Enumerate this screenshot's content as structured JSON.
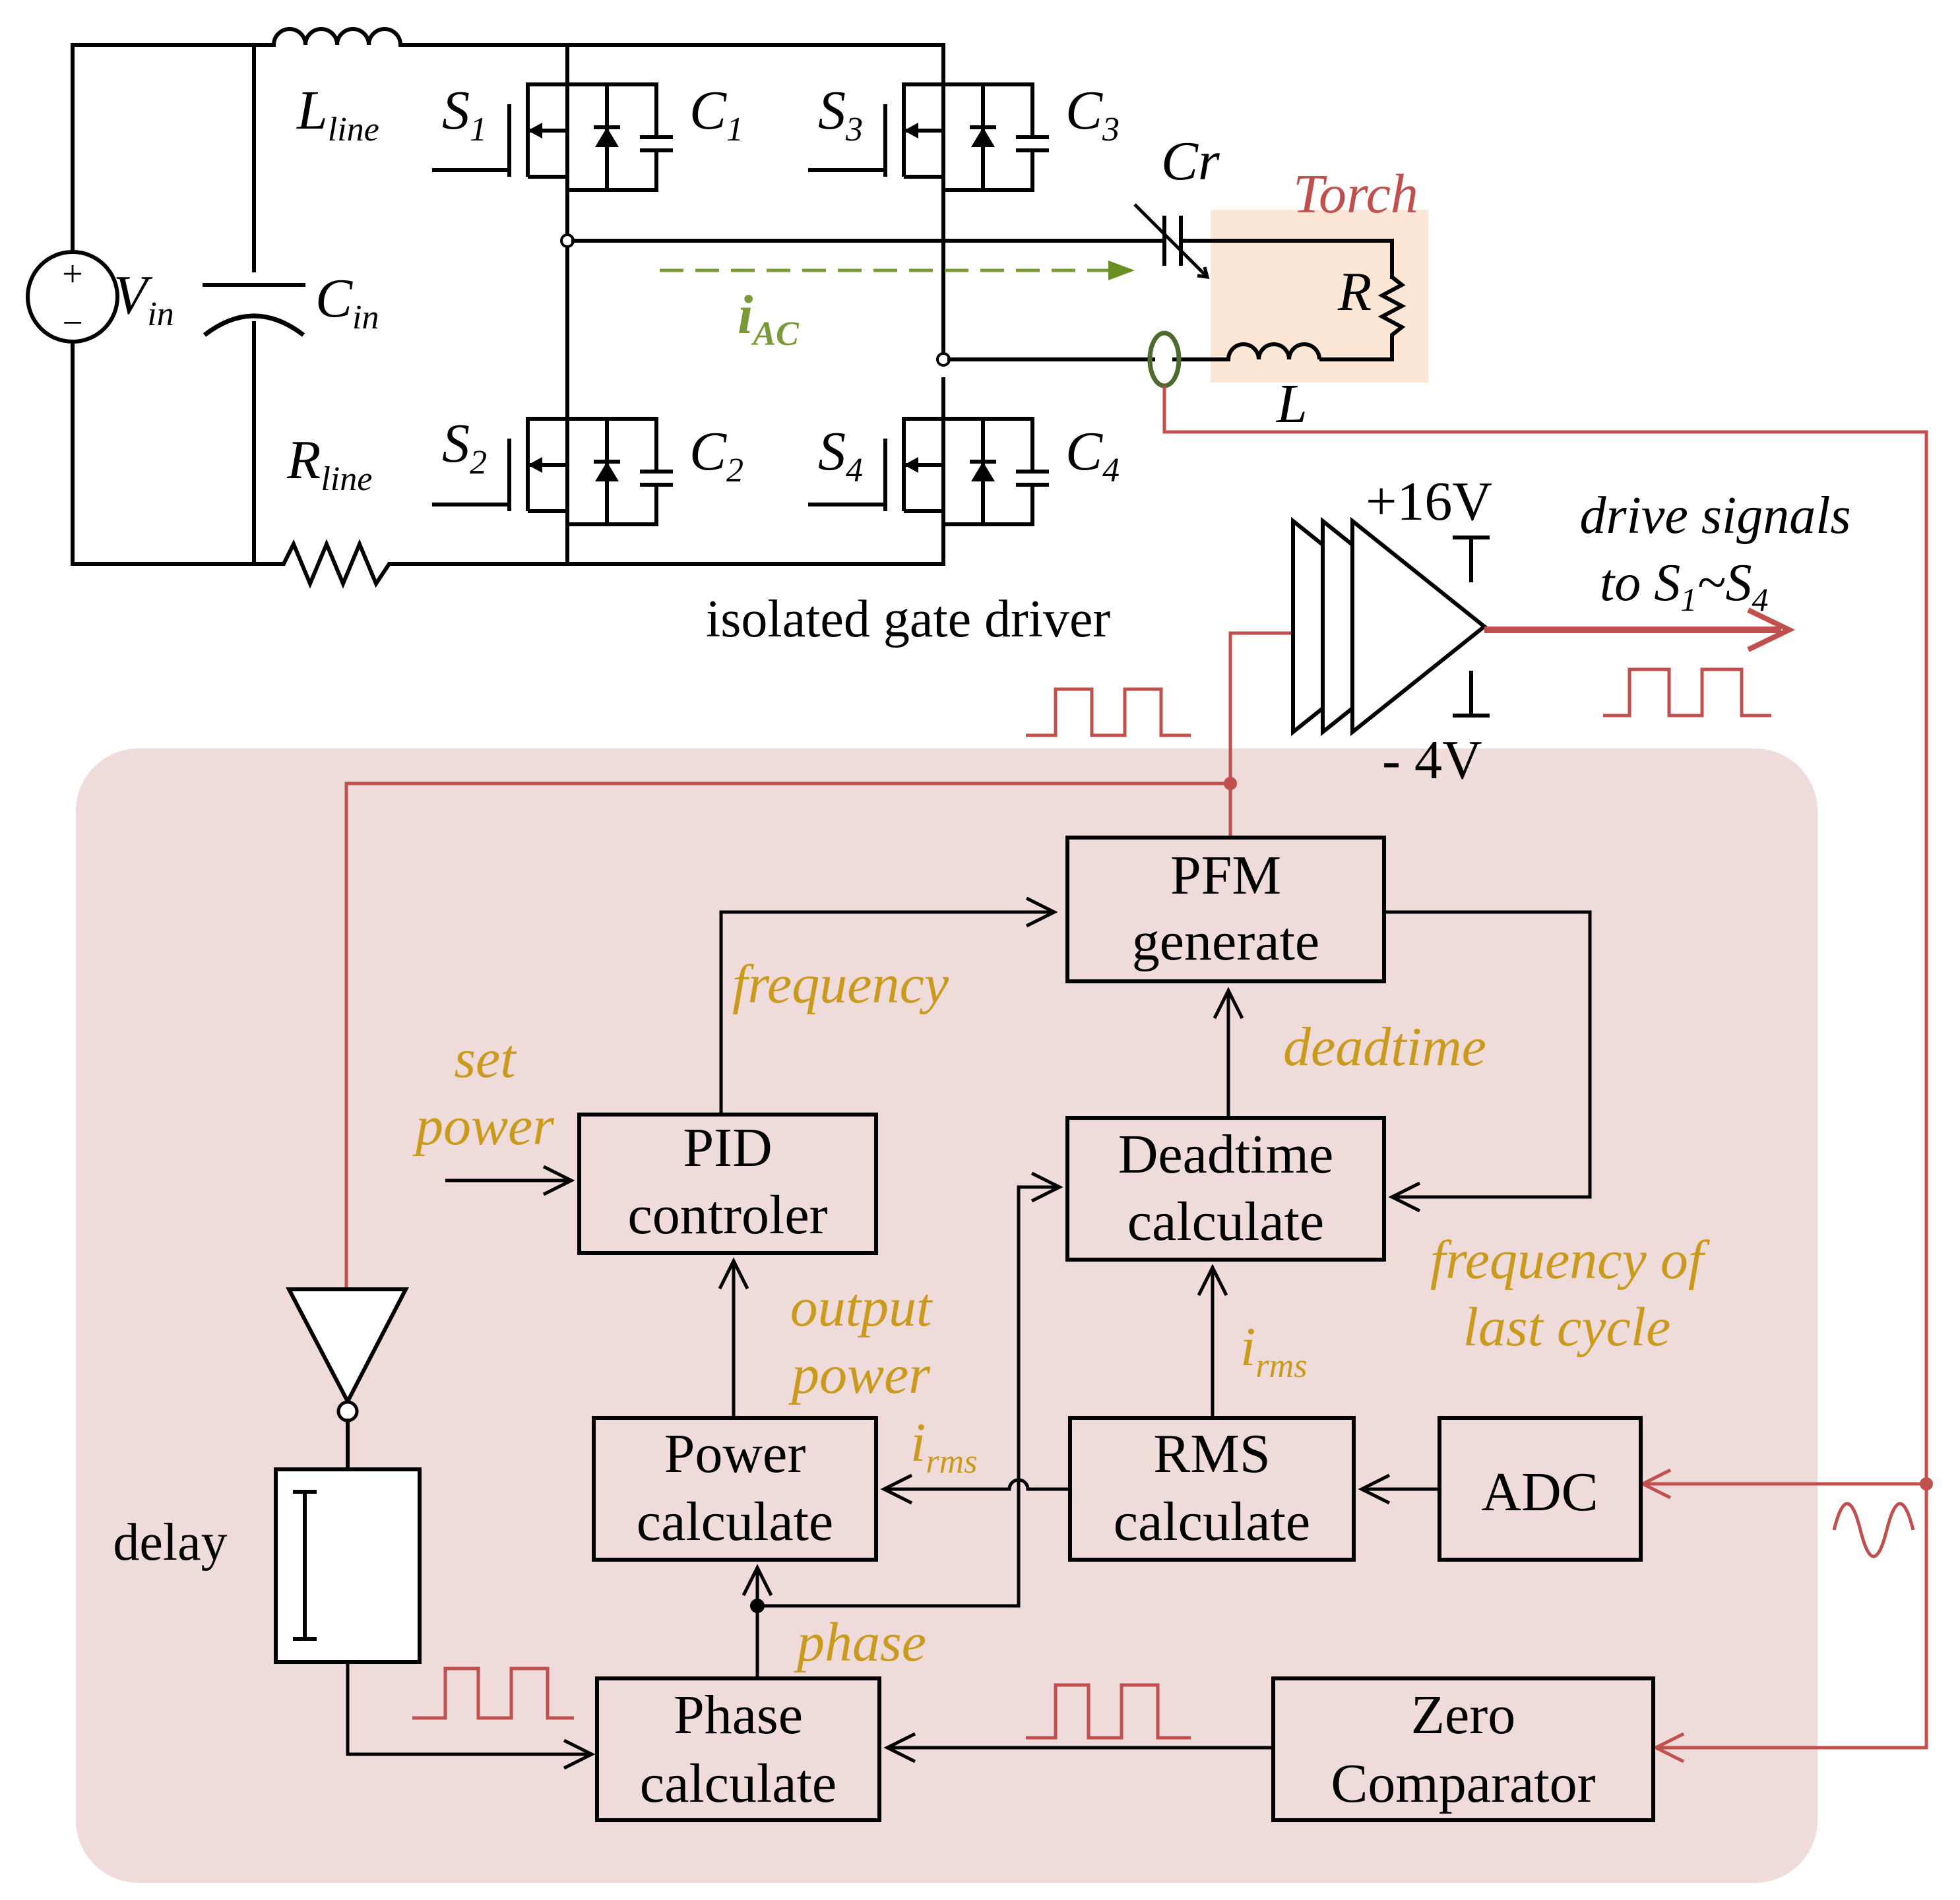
{
  "colors": {
    "controller_bg": "#EEDBDA",
    "torch_bg": "#FCE6D6",
    "signal_red": "#C0504D",
    "label_gold": "#C99A1C",
    "current_green": "#7A9A3A",
    "wire_black": "#000000"
  },
  "circuit": {
    "vin": {
      "main": "V",
      "sub": "in"
    },
    "cin": {
      "main": "C",
      "sub": "in"
    },
    "lline": {
      "main": "L",
      "sub": "line"
    },
    "rline": {
      "main": "R",
      "sub": "line"
    },
    "s1": {
      "main": "S",
      "sub": "1"
    },
    "s2": {
      "main": "S",
      "sub": "2"
    },
    "s3": {
      "main": "S",
      "sub": "3"
    },
    "s4": {
      "main": "S",
      "sub": "4"
    },
    "c1": {
      "main": "C",
      "sub": "1"
    },
    "c2": {
      "main": "C",
      "sub": "2"
    },
    "c3": {
      "main": "C",
      "sub": "3"
    },
    "c4": {
      "main": "C",
      "sub": "4"
    },
    "cr": "Cr",
    "torch": "Torch",
    "r": "R",
    "l": "L",
    "iac": {
      "main": "i",
      "sub": "AC"
    },
    "vsrc_plus": "+",
    "vsrc_minus": "−"
  },
  "driver": {
    "label": "isolated gate driver",
    "vpos": "+16V",
    "vneg": "- 4V",
    "drive_line1": "drive signals",
    "drive_line2": {
      "pre": "to S",
      "sub1": "1",
      "mid": "~S",
      "sub2": "4"
    }
  },
  "blocks": {
    "pfm": [
      "PFM",
      "generate"
    ],
    "pid": [
      "PID",
      "controler"
    ],
    "deadtime": [
      "Deadtime",
      "calculate"
    ],
    "power": [
      "Power",
      "calculate"
    ],
    "rms": [
      "RMS",
      "calculate"
    ],
    "adc": "ADC",
    "phase": [
      "Phase",
      "calculate"
    ],
    "zero": [
      "Zero",
      "Comparator"
    ],
    "delay": "delay"
  },
  "signals": {
    "frequency": "frequency",
    "deadtime": "deadtime",
    "set_power": [
      "set",
      "power"
    ],
    "output_power": [
      "output",
      "power"
    ],
    "irms": {
      "main": "i",
      "sub": "rms"
    },
    "frequency_last": [
      "frequency of",
      "last cycle"
    ],
    "phase": "phase"
  }
}
